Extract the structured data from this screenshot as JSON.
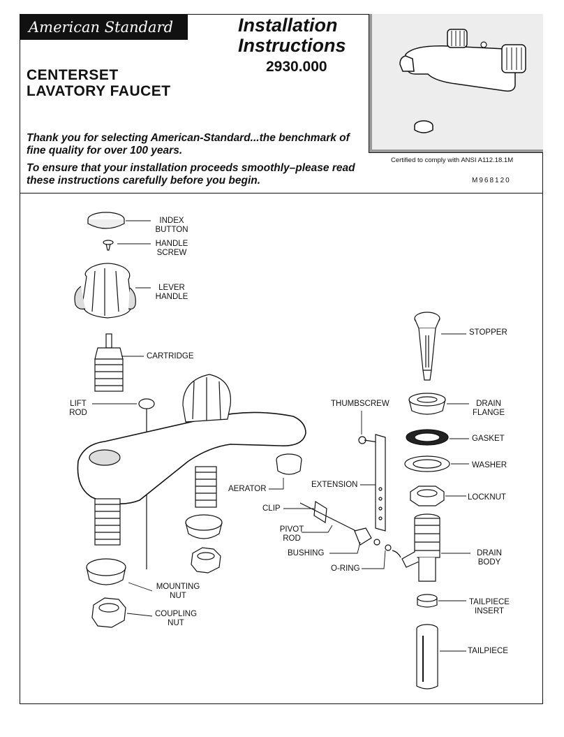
{
  "header": {
    "brand": "American Standard",
    "doc_title_line1": "Installation",
    "doc_title_line2": "Instructions",
    "model_number": "2930.000",
    "product_line1": "CENTERSET",
    "product_line2": "LAVATORY FAUCET",
    "intro_1": "Thank you for selecting American-Standard...the benchmark of fine quality for over 100 years.",
    "intro_2": "To ensure that your installation proceeds smoothly–please read these instructions carefully before you begin.",
    "certification": "Certified to comply with ANSI A112.18.1M",
    "doc_code": "M968120"
  },
  "parts": {
    "index_button": [
      "INDEX",
      "BUTTON"
    ],
    "handle_screw": [
      "HANDLE",
      "SCREW"
    ],
    "lever_handle": [
      "LEVER",
      "HANDLE"
    ],
    "cartridge": "CARTRIDGE",
    "lift_rod": [
      "LIFT",
      "ROD"
    ],
    "aerator": "AERATOR",
    "mounting_nut": [
      "MOUNTING",
      "NUT"
    ],
    "coupling_nut": [
      "COUPLING",
      "NUT"
    ],
    "thumbscrew": "THUMBSCREW",
    "extension": "EXTENSION",
    "clip": "CLIP",
    "pivot_rod": [
      "PIVOT",
      "ROD"
    ],
    "bushing": "BUSHING",
    "o_ring": "O-RING",
    "stopper": "STOPPER",
    "drain_flange": [
      "DRAIN",
      "FLANGE"
    ],
    "gasket": "GASKET",
    "washer": "WASHER",
    "locknut": "LOCKNUT",
    "drain_body": [
      "DRAIN",
      "BODY"
    ],
    "tailpiece_insert": [
      "TAILPIECE",
      "INSERT"
    ],
    "tailpiece": "TAILPIECE"
  }
}
